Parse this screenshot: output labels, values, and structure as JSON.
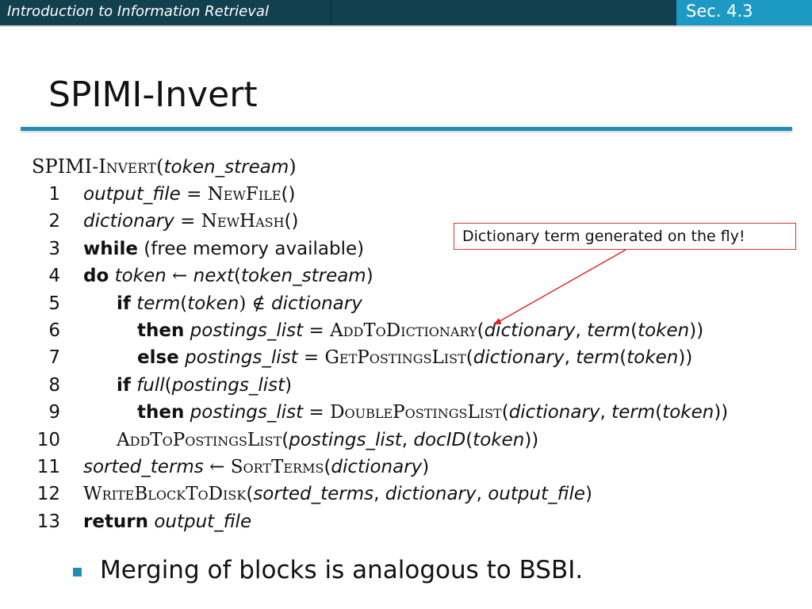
{
  "header": {
    "course_title": "Introduction to Information Retrieval",
    "section": "Sec. 4.3"
  },
  "slide": {
    "title": "SPIMI-Invert"
  },
  "algorithm": {
    "signature": {
      "name": "SPIMI-Invert",
      "param": "token_stream"
    },
    "lines": [
      {
        "n": "1",
        "parts": [
          {
            "t": "output_file",
            "s": "it"
          },
          {
            "t": " = ",
            "s": "op"
          },
          {
            "t": "NewFile",
            "s": "sc"
          },
          {
            "t": "()",
            "s": ""
          }
        ]
      },
      {
        "n": "2",
        "parts": [
          {
            "t": "dictionary",
            "s": "it"
          },
          {
            "t": " = ",
            "s": "op"
          },
          {
            "t": "NewHash",
            "s": "sc"
          },
          {
            "t": "()",
            "s": ""
          }
        ]
      },
      {
        "n": "3",
        "parts": [
          {
            "t": "while",
            "s": "kw"
          },
          {
            "t": "  (free memory available)",
            "s": ""
          }
        ]
      },
      {
        "n": "4",
        "parts": [
          {
            "t": "do",
            "s": "kw"
          },
          {
            "t": " token",
            "s": "it"
          },
          {
            "t": " ← ",
            "s": "op"
          },
          {
            "t": "next",
            "s": "it"
          },
          {
            "t": "(",
            "s": ""
          },
          {
            "t": "token_stream",
            "s": "it"
          },
          {
            "t": ")",
            "s": ""
          }
        ]
      },
      {
        "n": "5",
        "indent": 1,
        "parts": [
          {
            "t": "if",
            "s": "kw"
          },
          {
            "t": " term",
            "s": "it"
          },
          {
            "t": "(",
            "s": ""
          },
          {
            "t": "token",
            "s": "it"
          },
          {
            "t": ") ∉ ",
            "s": "op"
          },
          {
            "t": "dictionary",
            "s": "it"
          }
        ]
      },
      {
        "n": "6",
        "indent": 2,
        "parts": [
          {
            "t": "then",
            "s": "kw"
          },
          {
            "t": " postings_list",
            "s": "it"
          },
          {
            "t": " = ",
            "s": "op"
          },
          {
            "t": "AddToDictionary",
            "s": "sc"
          },
          {
            "t": "(",
            "s": ""
          },
          {
            "t": "dictionary",
            "s": "it"
          },
          {
            "t": ", ",
            "s": ""
          },
          {
            "t": "term",
            "s": "it"
          },
          {
            "t": "(",
            "s": ""
          },
          {
            "t": "token",
            "s": "it"
          },
          {
            "t": "))",
            "s": ""
          }
        ]
      },
      {
        "n": "7",
        "indent": 2,
        "parts": [
          {
            "t": "else",
            "s": "kw"
          },
          {
            "t": "  postings_list",
            "s": "it"
          },
          {
            "t": " = ",
            "s": "op"
          },
          {
            "t": "GetPostingsList",
            "s": "sc"
          },
          {
            "t": "(",
            "s": ""
          },
          {
            "t": "dictionary",
            "s": "it"
          },
          {
            "t": ", ",
            "s": ""
          },
          {
            "t": "term",
            "s": "it"
          },
          {
            "t": "(",
            "s": ""
          },
          {
            "t": "token",
            "s": "it"
          },
          {
            "t": "))",
            "s": ""
          }
        ]
      },
      {
        "n": "8",
        "indent": 1,
        "parts": [
          {
            "t": "if",
            "s": "kw"
          },
          {
            "t": " full",
            "s": "it"
          },
          {
            "t": "(",
            "s": ""
          },
          {
            "t": "postings_list",
            "s": "it"
          },
          {
            "t": ")",
            "s": ""
          }
        ]
      },
      {
        "n": "9",
        "indent": 2,
        "parts": [
          {
            "t": "then",
            "s": "kw"
          },
          {
            "t": " postings_list",
            "s": "it"
          },
          {
            "t": " = ",
            "s": "op"
          },
          {
            "t": "DoublePostingsList",
            "s": "sc"
          },
          {
            "t": "(",
            "s": ""
          },
          {
            "t": "dictionary",
            "s": "it"
          },
          {
            "t": ", ",
            "s": ""
          },
          {
            "t": "term",
            "s": "it"
          },
          {
            "t": "(",
            "s": ""
          },
          {
            "t": "token",
            "s": "it"
          },
          {
            "t": "))",
            "s": ""
          }
        ]
      },
      {
        "n": "10",
        "indent": 1,
        "parts": [
          {
            "t": "AddToPostingsList",
            "s": "sc"
          },
          {
            "t": "(",
            "s": ""
          },
          {
            "t": "postings_list",
            "s": "it"
          },
          {
            "t": ", ",
            "s": ""
          },
          {
            "t": "docID",
            "s": "it"
          },
          {
            "t": "(",
            "s": ""
          },
          {
            "t": "token",
            "s": "it"
          },
          {
            "t": "))",
            "s": ""
          }
        ]
      },
      {
        "n": "11",
        "parts": [
          {
            "t": "sorted_terms",
            "s": "it"
          },
          {
            "t": " ← ",
            "s": "op"
          },
          {
            "t": "SortTerms",
            "s": "sc"
          },
          {
            "t": "(",
            "s": ""
          },
          {
            "t": "dictionary",
            "s": "it"
          },
          {
            "t": ")",
            "s": ""
          }
        ]
      },
      {
        "n": "12",
        "parts": [
          {
            "t": "WriteBlockToDisk",
            "s": "sc"
          },
          {
            "t": "(",
            "s": ""
          },
          {
            "t": "sorted_terms",
            "s": "it"
          },
          {
            "t": ", ",
            "s": ""
          },
          {
            "t": "dictionary",
            "s": "it"
          },
          {
            "t": ", ",
            "s": ""
          },
          {
            "t": "output_file",
            "s": "it"
          },
          {
            "t": ")",
            "s": ""
          }
        ]
      },
      {
        "n": "13",
        "parts": [
          {
            "t": "return",
            "s": "kw"
          },
          {
            "t": " output_file",
            "s": "it"
          }
        ]
      }
    ]
  },
  "callout": {
    "text": "Dictionary term generated on the fly!",
    "color": "#dd2222"
  },
  "bullets": [
    "Merging of blocks is analogous to BSBI."
  ],
  "colors": {
    "header_bg": "#12404f",
    "accent": "#1f8fb3",
    "badge_bg": "#1d9ac4"
  }
}
